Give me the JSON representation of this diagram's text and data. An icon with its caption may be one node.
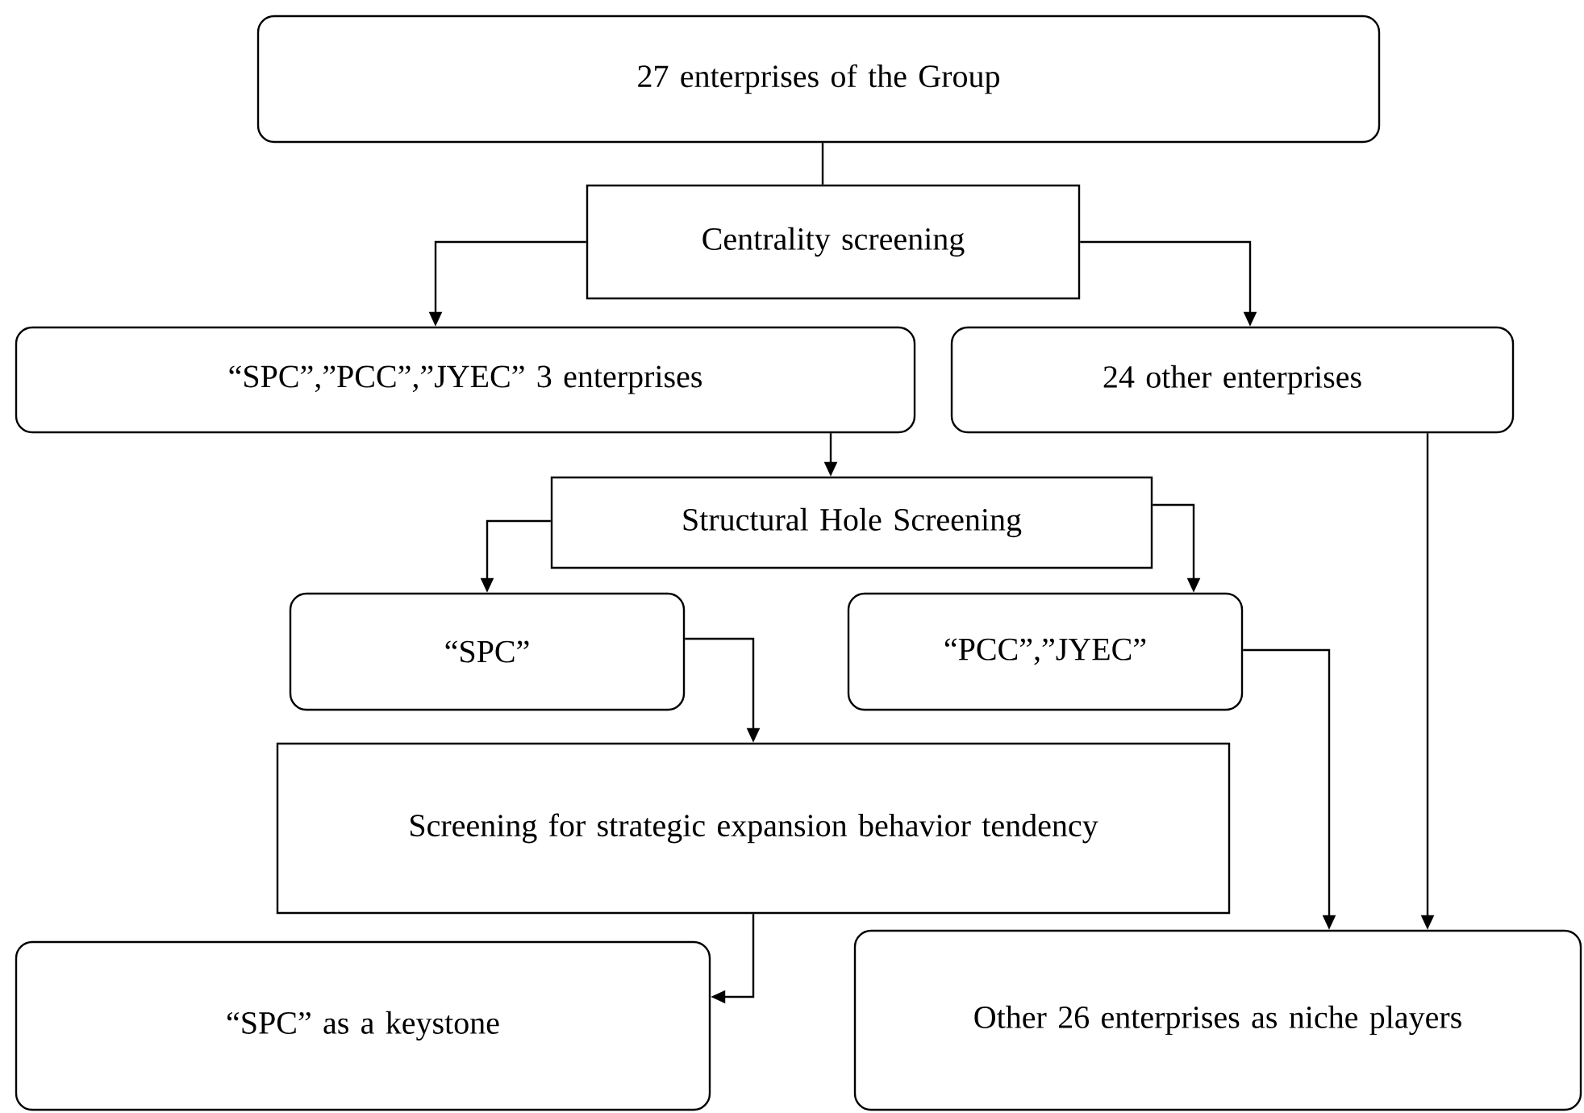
{
  "diagram": {
    "nodes": [
      {
        "text": [
          "27 enterprises of the Group"
        ]
      },
      {
        "text": [
          "Centrality screening"
        ]
      },
      {
        "text": [
          "“SPC”,”PCC”,”JYEC” 3 enterprises"
        ]
      },
      {
        "text": [
          "24 other enterprises"
        ]
      },
      {
        "text": [
          "Structural Hole Screening"
        ]
      },
      {
        "text": [
          "“SPC”"
        ]
      },
      {
        "text": [
          "“PCC”,”JYEC”"
        ]
      },
      {
        "text": [
          "Screening for strategic expansion behavior tendency"
        ]
      },
      {
        "text": [
          "“SPC” as a keystone"
        ]
      },
      {
        "text": [
          "Other 26 enterprises as niche players"
        ]
      }
    ],
    "edges": [
      {
        "from": 0,
        "to": 1,
        "arrow": "none"
      },
      {
        "from": 1,
        "to": 2,
        "arrow": "to"
      },
      {
        "from": 1,
        "to": 3,
        "arrow": "to"
      },
      {
        "from": 2,
        "to": 4,
        "arrow": "to"
      },
      {
        "from": 4,
        "to": 5,
        "arrow": "to"
      },
      {
        "from": 4,
        "to": 6,
        "arrow": "to"
      },
      {
        "from": 5,
        "to": 7,
        "arrow": "to"
      },
      {
        "from": 6,
        "to": 9,
        "arrow": "to"
      },
      {
        "from": 3,
        "to": 9,
        "arrow": "to"
      },
      {
        "from": 7,
        "to": 8,
        "arrow": "to"
      }
    ]
  }
}
